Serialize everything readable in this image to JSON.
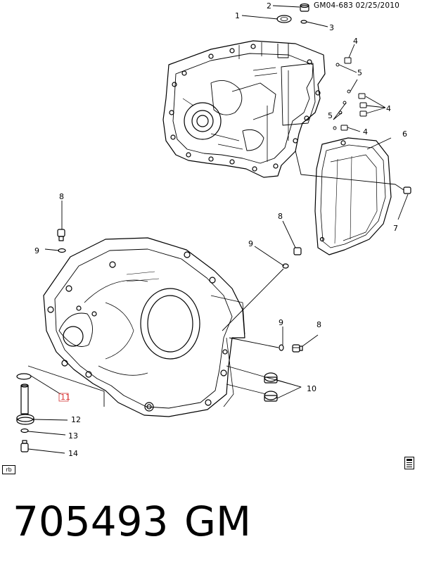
{
  "header": {
    "reference": "GM04-683  02/25/2010"
  },
  "callouts": [
    {
      "id": "c1",
      "label": "1"
    },
    {
      "id": "c2",
      "label": "2"
    },
    {
      "id": "c3",
      "label": "3"
    },
    {
      "id": "c4a",
      "label": "4"
    },
    {
      "id": "c5a",
      "label": "5"
    },
    {
      "id": "c4b",
      "label": "4"
    },
    {
      "id": "c5b",
      "label": "5"
    },
    {
      "id": "c4c",
      "label": "4"
    },
    {
      "id": "c6",
      "label": "6"
    },
    {
      "id": "c7",
      "label": "7"
    },
    {
      "id": "c8a",
      "label": "8"
    },
    {
      "id": "c9a",
      "label": "9"
    },
    {
      "id": "c8b",
      "label": "8"
    },
    {
      "id": "c9b",
      "label": "9"
    },
    {
      "id": "c9c",
      "label": "9"
    },
    {
      "id": "c8c",
      "label": "8"
    },
    {
      "id": "c10",
      "label": "10"
    },
    {
      "id": "c11",
      "label": "11"
    },
    {
      "id": "c12",
      "label": "12"
    },
    {
      "id": "c13",
      "label": "13"
    },
    {
      "id": "c14",
      "label": "14"
    }
  ],
  "corner_tag": "rb",
  "part_number": "705493",
  "brand": "GM",
  "colors": {
    "line": "#000000",
    "highlight": "#d33333"
  },
  "icons": {
    "document": "document-icon"
  }
}
